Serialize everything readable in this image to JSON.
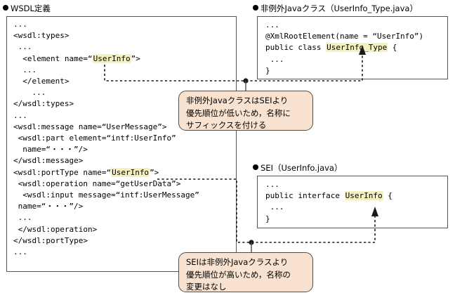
{
  "panels": {
    "wsdl": {
      "heading": "WSDL定義",
      "code": "...\n<wsdl:types>\n ...\n  <element name=“UserInfo”>\n  ...\n  </element>\n    ...\n</wsdl:types>\n...\n<wsdl:message name=“UserMessage”>\n <wsdl:part element=“intf:UserInfo”\n  name=“・・・”/>\n</wsdl:message>\n<wsdl:portType name=“UserInfo”>\n <wsdl:operation name=“getUserData”>\n  <wsdl:input message=“intf:UserMessage”\n name=“・・・”/>\n ...\n </wsdl:operation>\n</wsdl:portType>\n...",
      "lines": [
        "...",
        "<wsdl:types>",
        " ...",
        "  <element name=“|HL:UserInfo|”>",
        "  ...",
        "  </element>",
        "    ...",
        "</wsdl:types>",
        "...",
        "<wsdl:message name=“UserMessage”>",
        " <wsdl:part element=“intf:UserInfo”",
        "  name=“・・・”/>",
        "</wsdl:message>",
        "<wsdl:portType name=“|HL:UserInfo|”>",
        " <wsdl:operation name=“getUserData”>",
        "  <wsdl:input message=“intf:UserMessage”",
        " name=“・・・”/>",
        " ...",
        " </wsdl:operation>",
        "</wsdl:portType>",
        "..."
      ]
    },
    "javaclass": {
      "heading": "非例外Javaクラス（UserInfo_Type.java）",
      "lines": [
        "...",
        "@XmlRootElement(name = “UserInfo”)",
        "public class |HL:UserInfo_Type| {",
        " ...",
        "}"
      ]
    },
    "sei": {
      "heading": "SEI（UserInfo.java）",
      "lines": [
        "...",
        "public interface |HL:UserInfo| {",
        " ...",
        "}"
      ]
    }
  },
  "callouts": {
    "upper": "非例外JavaクラスはSEIより\n優先順位が低いため，名称に\nサフィックスを付ける",
    "lower": "SEIは非例外Javaクラスより\n優先順位が高いため，名称の\n変更はなし"
  },
  "colors": {
    "highlight": "#f4f0bf",
    "callout_fill": "#f9e2cf",
    "callout_border": "#4d4d4d",
    "panel_border": "#555555",
    "line": "#1a1a1a"
  }
}
